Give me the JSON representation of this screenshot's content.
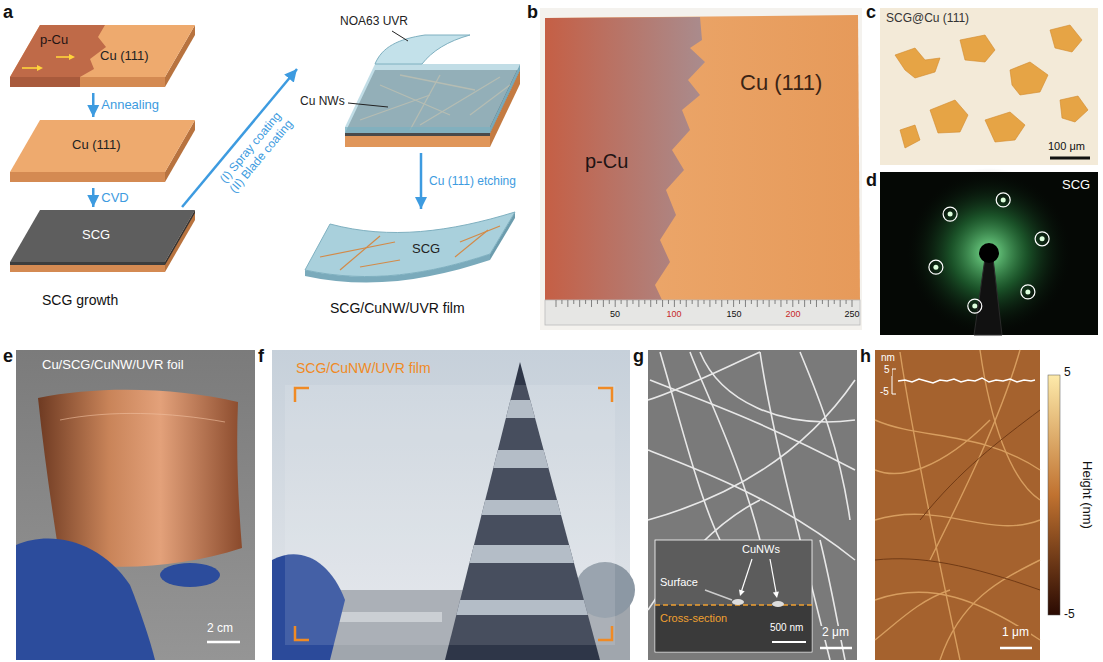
{
  "diagram": {
    "nodes": [
      {
        "text": [
          "p-Cu",
          "Cu (111)"
        ]
      },
      {
        "text": [
          "Cu (111)"
        ]
      },
      {
        "text": [
          "SCG"
        ]
      },
      {
        "text": [
          "NOA63 UVR",
          "Cu NWs"
        ]
      },
      {
        "text": [
          "SCG"
        ]
      }
    ],
    "edges": [
      {
        "from": 0,
        "to": 1,
        "arrow": "to",
        "label": "Annealing"
      },
      {
        "from": 1,
        "to": 2,
        "arrow": "to",
        "label": "CVD"
      },
      {
        "from": 2,
        "to": 3,
        "arrow": "to",
        "label": "(I) Spray coating (II) Blade coating"
      },
      {
        "from": 3,
        "to": 4,
        "arrow": "to",
        "label": "Cu (111) etching"
      }
    ],
    "labels": [
      "a",
      "SCG growth",
      "SCG/CuNW/UVR film",
      "b",
      "p-Cu",
      "Cu (111)",
      "50",
      "100",
      "150",
      "200",
      "250",
      "c",
      "SCG@Cu (111)",
      "100 μm",
      "d",
      "SCG",
      "e",
      "Cu/SCG/CuNW/UVR foil",
      "2 cm",
      "f",
      "SCG/CuNW/UVR film",
      "g",
      "Surface",
      "CuNWs",
      "Cross-section",
      "500 nm",
      "2 μm",
      "h",
      "nm",
      "5",
      "-5",
      "5",
      "-5",
      "Height (nm)",
      "1 μm"
    ]
  }
}
